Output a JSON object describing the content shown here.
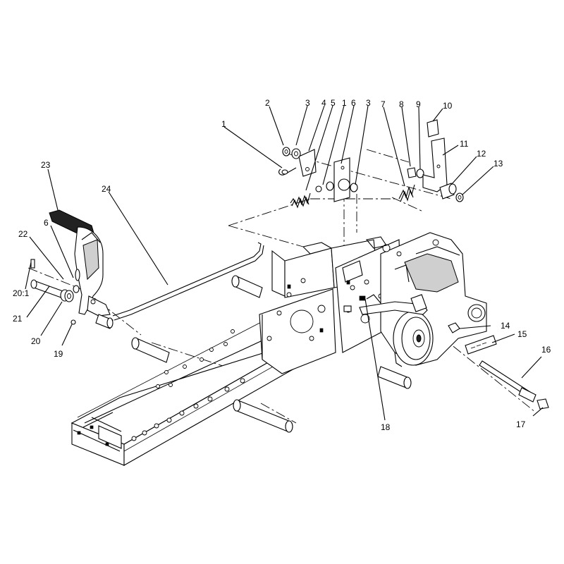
{
  "diagram": {
    "callouts": [
      {
        "id": "c1a",
        "label": "1"
      },
      {
        "id": "c2",
        "label": "2"
      },
      {
        "id": "c3a",
        "label": "3"
      },
      {
        "id": "c4",
        "label": "4"
      },
      {
        "id": "c5",
        "label": "5"
      },
      {
        "id": "c1b",
        "label": "1"
      },
      {
        "id": "c6a",
        "label": "6"
      },
      {
        "id": "c3b",
        "label": "3"
      },
      {
        "id": "c7",
        "label": "7"
      },
      {
        "id": "c8",
        "label": "8"
      },
      {
        "id": "c9",
        "label": "9"
      },
      {
        "id": "c10",
        "label": "10"
      },
      {
        "id": "c11",
        "label": "11"
      },
      {
        "id": "c12",
        "label": "12"
      },
      {
        "id": "c13",
        "label": "13"
      },
      {
        "id": "c23",
        "label": "23"
      },
      {
        "id": "c24",
        "label": "24"
      },
      {
        "id": "c22",
        "label": "22"
      },
      {
        "id": "c6b",
        "label": "6"
      },
      {
        "id": "c20_1",
        "label": "20:1"
      },
      {
        "id": "c21",
        "label": "21"
      },
      {
        "id": "c20",
        "label": "20"
      },
      {
        "id": "c19",
        "label": "19"
      },
      {
        "id": "c14",
        "label": "14"
      },
      {
        "id": "c15",
        "label": "15"
      },
      {
        "id": "c16",
        "label": "16"
      },
      {
        "id": "c17",
        "label": "17"
      },
      {
        "id": "c18",
        "label": "18"
      }
    ]
  }
}
